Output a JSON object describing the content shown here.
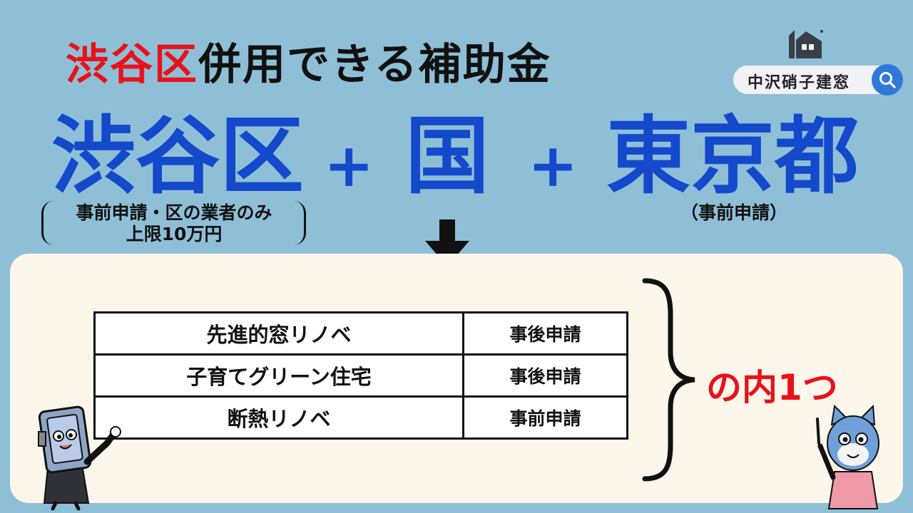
{
  "title": {
    "accent": "渋谷区",
    "rest": "併用できる補助金"
  },
  "brand": {
    "name": "中沢硝子建窓",
    "logo_icon": "house-logo-icon",
    "search_icon": "search-icon"
  },
  "formula": {
    "shibuya": "渋谷区",
    "plus": "+",
    "kuni": "国",
    "tokyo": "東京都",
    "shibuya_note_line1": "事前申請・区の業者のみ",
    "shibuya_note_line2": "上限10万円",
    "tokyo_note": "（事前申請）"
  },
  "subsidies": [
    {
      "name": "先進的窓リノベ",
      "application": "事後申請"
    },
    {
      "name": "子育てグリーン住宅",
      "application": "事後申請"
    },
    {
      "name": "断熱リノベ",
      "application": "事前申請"
    }
  ],
  "choice_label": "の内1つ",
  "colors": {
    "background": "#8ebfd6",
    "blue": "#1449cc",
    "red": "#e8121b",
    "panel": "#fdf6ea"
  }
}
